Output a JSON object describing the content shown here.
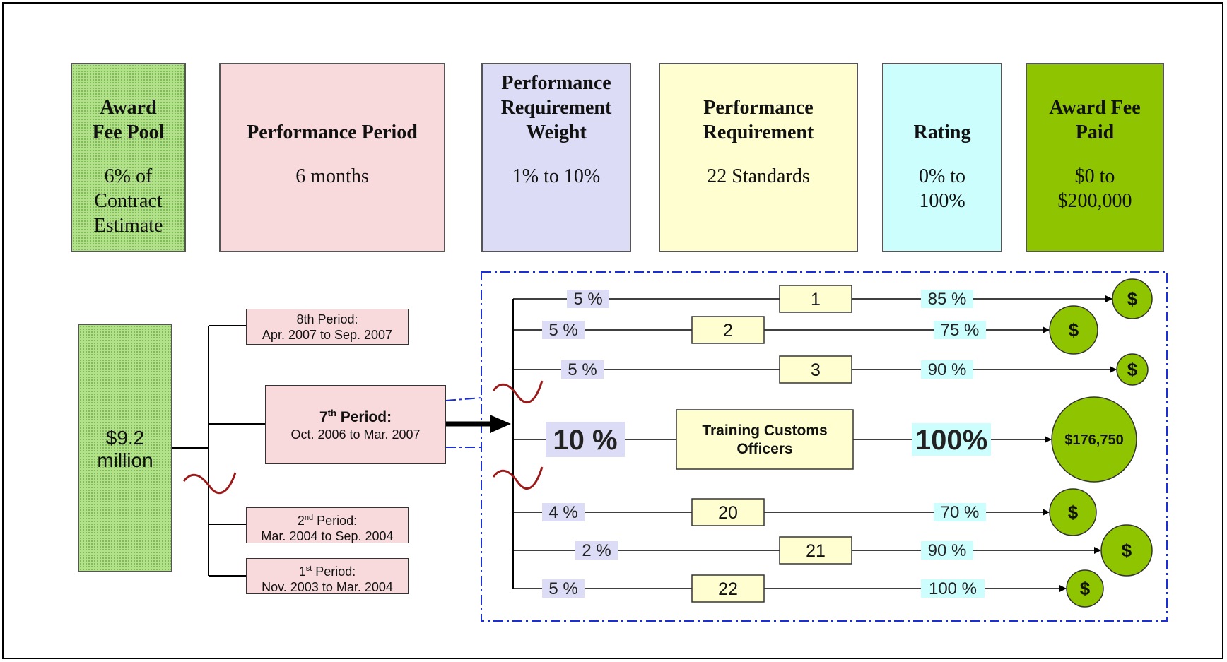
{
  "headers": {
    "pool": {
      "title_line1": "Award",
      "title_line2": "Fee Pool",
      "sub_line1": "6% of",
      "sub_line2": "Contract",
      "sub_line3": "Estimate"
    },
    "period": {
      "title": "Performance Period",
      "sub": "6 months"
    },
    "weight": {
      "title_line1": "Performance",
      "title_line2": "Requirement",
      "title_line3": "Weight",
      "sub": "1% to 10%"
    },
    "requirement": {
      "title_line1": "Performance",
      "title_line2": "Requirement",
      "sub": "22 Standards"
    },
    "rating": {
      "title": "Rating",
      "sub_line1": "0% to",
      "sub_line2": "100%"
    },
    "paid": {
      "title_line1": "Award Fee",
      "title_line2": "Paid",
      "sub_line1": "$0 to",
      "sub_line2": "$200,000"
    }
  },
  "pool_amount": {
    "line1": "$9.2",
    "line2": "million"
  },
  "periods": {
    "p8": {
      "line1": "8th Period:",
      "line2": "Apr. 2007 to Sep. 2007"
    },
    "p7": {
      "label": "7",
      "sup": "th",
      "label_rest": " Period:",
      "line2": "Oct. 2006 to Mar. 2007"
    },
    "p2": {
      "label": "2",
      "sup": "nd",
      "label_rest": " Period:",
      "line2": "Mar. 2004 to Sep. 2004"
    },
    "p1": {
      "label": "1",
      "sup": "st",
      "label_rest": " Period:",
      "line2": "Nov. 2003 to Mar. 2004"
    }
  },
  "rows": [
    {
      "weight": "5 %",
      "standard": "1",
      "rating": "85 %",
      "paid": "$"
    },
    {
      "weight": "5 %",
      "standard": "2",
      "rating": "75 %",
      "paid": "$"
    },
    {
      "weight": "5 %",
      "standard": "3",
      "rating": "90 %",
      "paid": "$"
    },
    {
      "weight": "10 %",
      "standard_line1": "Training Customs",
      "standard_line2": "Officers",
      "rating": "100%",
      "paid": "$176,750"
    },
    {
      "weight": "4 %",
      "standard": "20",
      "rating": "70 %",
      "paid": "$"
    },
    {
      "weight": "2 %",
      "standard": "21",
      "rating": "90 %",
      "paid": "$"
    },
    {
      "weight": "5 %",
      "standard": "22",
      "rating": "100 %",
      "paid": "$"
    }
  ],
  "colors": {
    "pool": "#b3e08a",
    "period": "#f8d9dc",
    "weight": "#dcdcf6",
    "requirement": "#fefed0",
    "rating": "#ccfefe",
    "paid": "#8fc400",
    "dashed_border": "#1a2fd6",
    "squiggle": "#9b1a1a"
  }
}
